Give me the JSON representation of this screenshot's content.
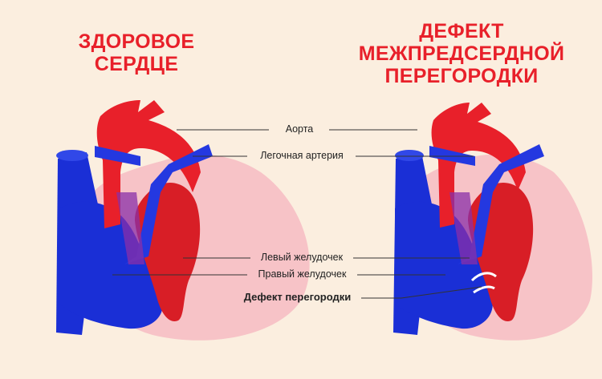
{
  "titles": {
    "healthy": [
      "ЗДОРОВОЕ",
      "СЕРДЦЕ"
    ],
    "defect": [
      "ДЕФЕКТ",
      "МЕЖПРЕДСЕРДНОЙ",
      "ПЕРЕГОРОДКИ"
    ]
  },
  "labels": {
    "aorta": "Аорта",
    "pulmonary_artery": "Легочная артерия",
    "left_ventricle": "Левый желудочек",
    "right_ventricle": "Правый желудочек",
    "septal_defect": "Дефект перегородки"
  },
  "colors": {
    "background": "#fbeedf",
    "oxygenated": "#e8202a",
    "deoxygenated": "#1a2fd6",
    "tissue": "#f7c3c7",
    "title": "#e8202a"
  }
}
